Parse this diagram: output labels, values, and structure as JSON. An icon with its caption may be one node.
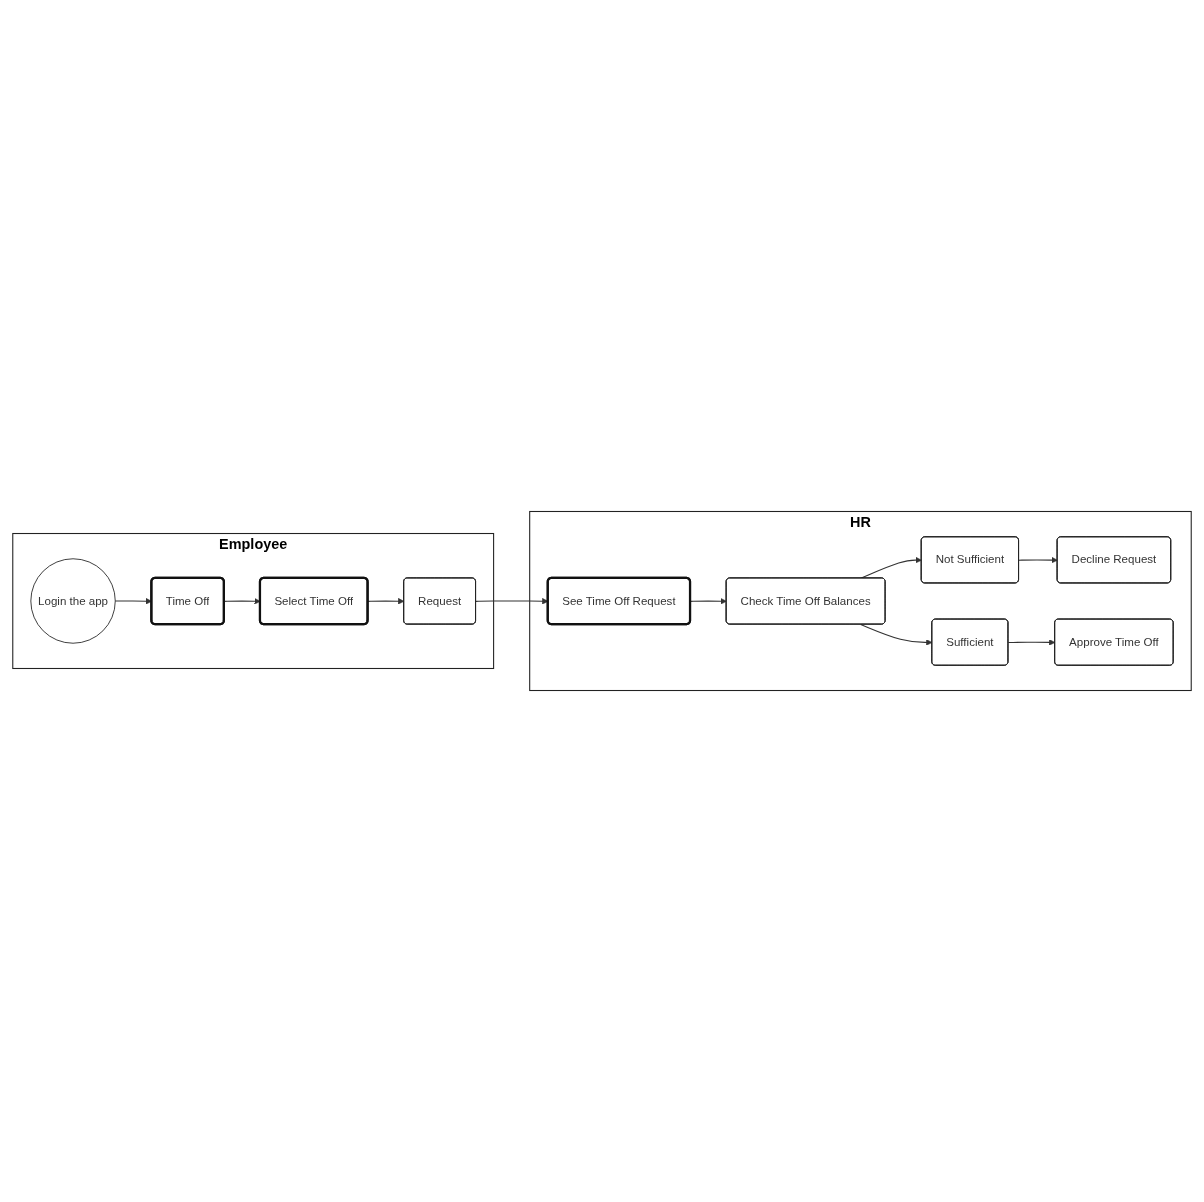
{
  "diagram": {
    "nodes": [
      {
        "text": [
          "Employee"
        ]
      },
      {
        "text": [
          "Login the app"
        ],
        "in": 0
      },
      {
        "text": [
          "Time Off"
        ],
        "in": 0
      },
      {
        "text": [
          "Select Time Off"
        ],
        "in": 0
      },
      {
        "text": [
          "Request"
        ],
        "in": 0
      },
      {
        "text": [
          "HR"
        ]
      },
      {
        "text": [
          "See Time Off Request"
        ],
        "in": 5
      },
      {
        "text": [
          "Check Time Off Balances"
        ],
        "in": 5
      },
      {
        "text": [
          "Not Sufficient"
        ],
        "in": 5
      },
      {
        "text": [
          "Sufficient"
        ],
        "in": 5
      },
      {
        "text": [
          "Decline Request"
        ],
        "in": 5
      },
      {
        "text": [
          "Approve Time Off"
        ],
        "in": 5
      }
    ],
    "edges": [
      {
        "from": 1,
        "to": 2,
        "arrow": "to"
      },
      {
        "from": 2,
        "to": 3,
        "arrow": "to"
      },
      {
        "from": 3,
        "to": 4,
        "arrow": "to"
      },
      {
        "from": 4,
        "to": 6,
        "arrow": "to"
      },
      {
        "from": 6,
        "to": 7,
        "arrow": "to"
      },
      {
        "from": 7,
        "to": 8,
        "arrow": "to"
      },
      {
        "from": 7,
        "to": 9,
        "arrow": "to"
      },
      {
        "from": 8,
        "to": 10,
        "arrow": "to"
      },
      {
        "from": 9,
        "to": 11,
        "arrow": "to"
      }
    ]
  }
}
